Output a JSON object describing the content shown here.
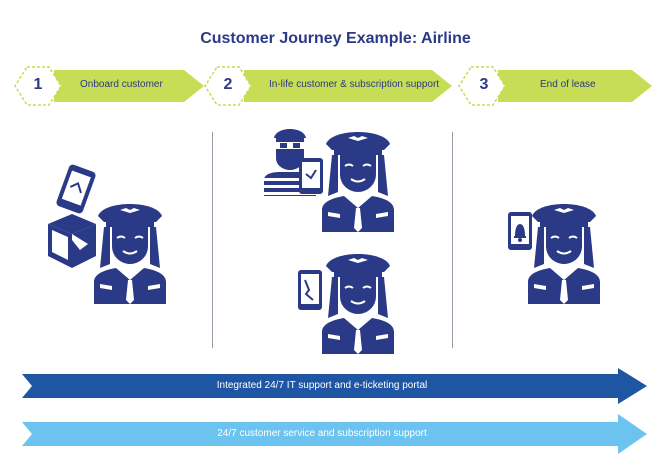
{
  "title": "Customer Journey Example: Airline",
  "stages": [
    {
      "num": "1",
      "label": "Onboard customer"
    },
    {
      "num": "2",
      "label": "In-life customer & subscription support"
    },
    {
      "num": "3",
      "label": "End of lease"
    }
  ],
  "bands": [
    {
      "label": "Integrated 24/7 IT support and e-ticketing portal",
      "color": "#1f56a3"
    },
    {
      "label": "24/7 customer service and subscription support",
      "color": "#6cc3ef"
    }
  ],
  "colors": {
    "navy": "#2b3a87",
    "lime": "#c6dd55",
    "hex_outline": "#c6dd55"
  },
  "icons": [
    "box-icon",
    "tablet-icon",
    "pilot-icon",
    "thief-icon",
    "alarm-bell-icon",
    "crack-screen-icon"
  ]
}
